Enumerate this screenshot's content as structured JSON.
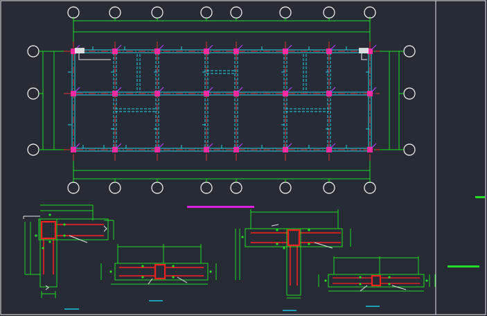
{
  "drawing": {
    "title": "",
    "colors": {
      "background": "#262b35",
      "frame": "#ffffff",
      "dimension": "#22dd22",
      "axis": "#e03030",
      "beam": "#22d3e6",
      "column": "#ff2aa0",
      "hatch": "#b040ff",
      "detail_bar": "#ff2020",
      "highlight": "#ff33ff",
      "label": "#18c8e0"
    },
    "grid_bubbles": {
      "count_top": 8,
      "count_bottom": 8,
      "count_left": 3,
      "count_right": 3
    },
    "details": [
      {
        "id": "detail-corner",
        "kind": "L-joint"
      },
      {
        "id": "detail-inline-left",
        "kind": "inline-joint"
      },
      {
        "id": "detail-tee",
        "kind": "T-joint"
      },
      {
        "id": "detail-inline-right",
        "kind": "inline-joint"
      }
    ]
  }
}
